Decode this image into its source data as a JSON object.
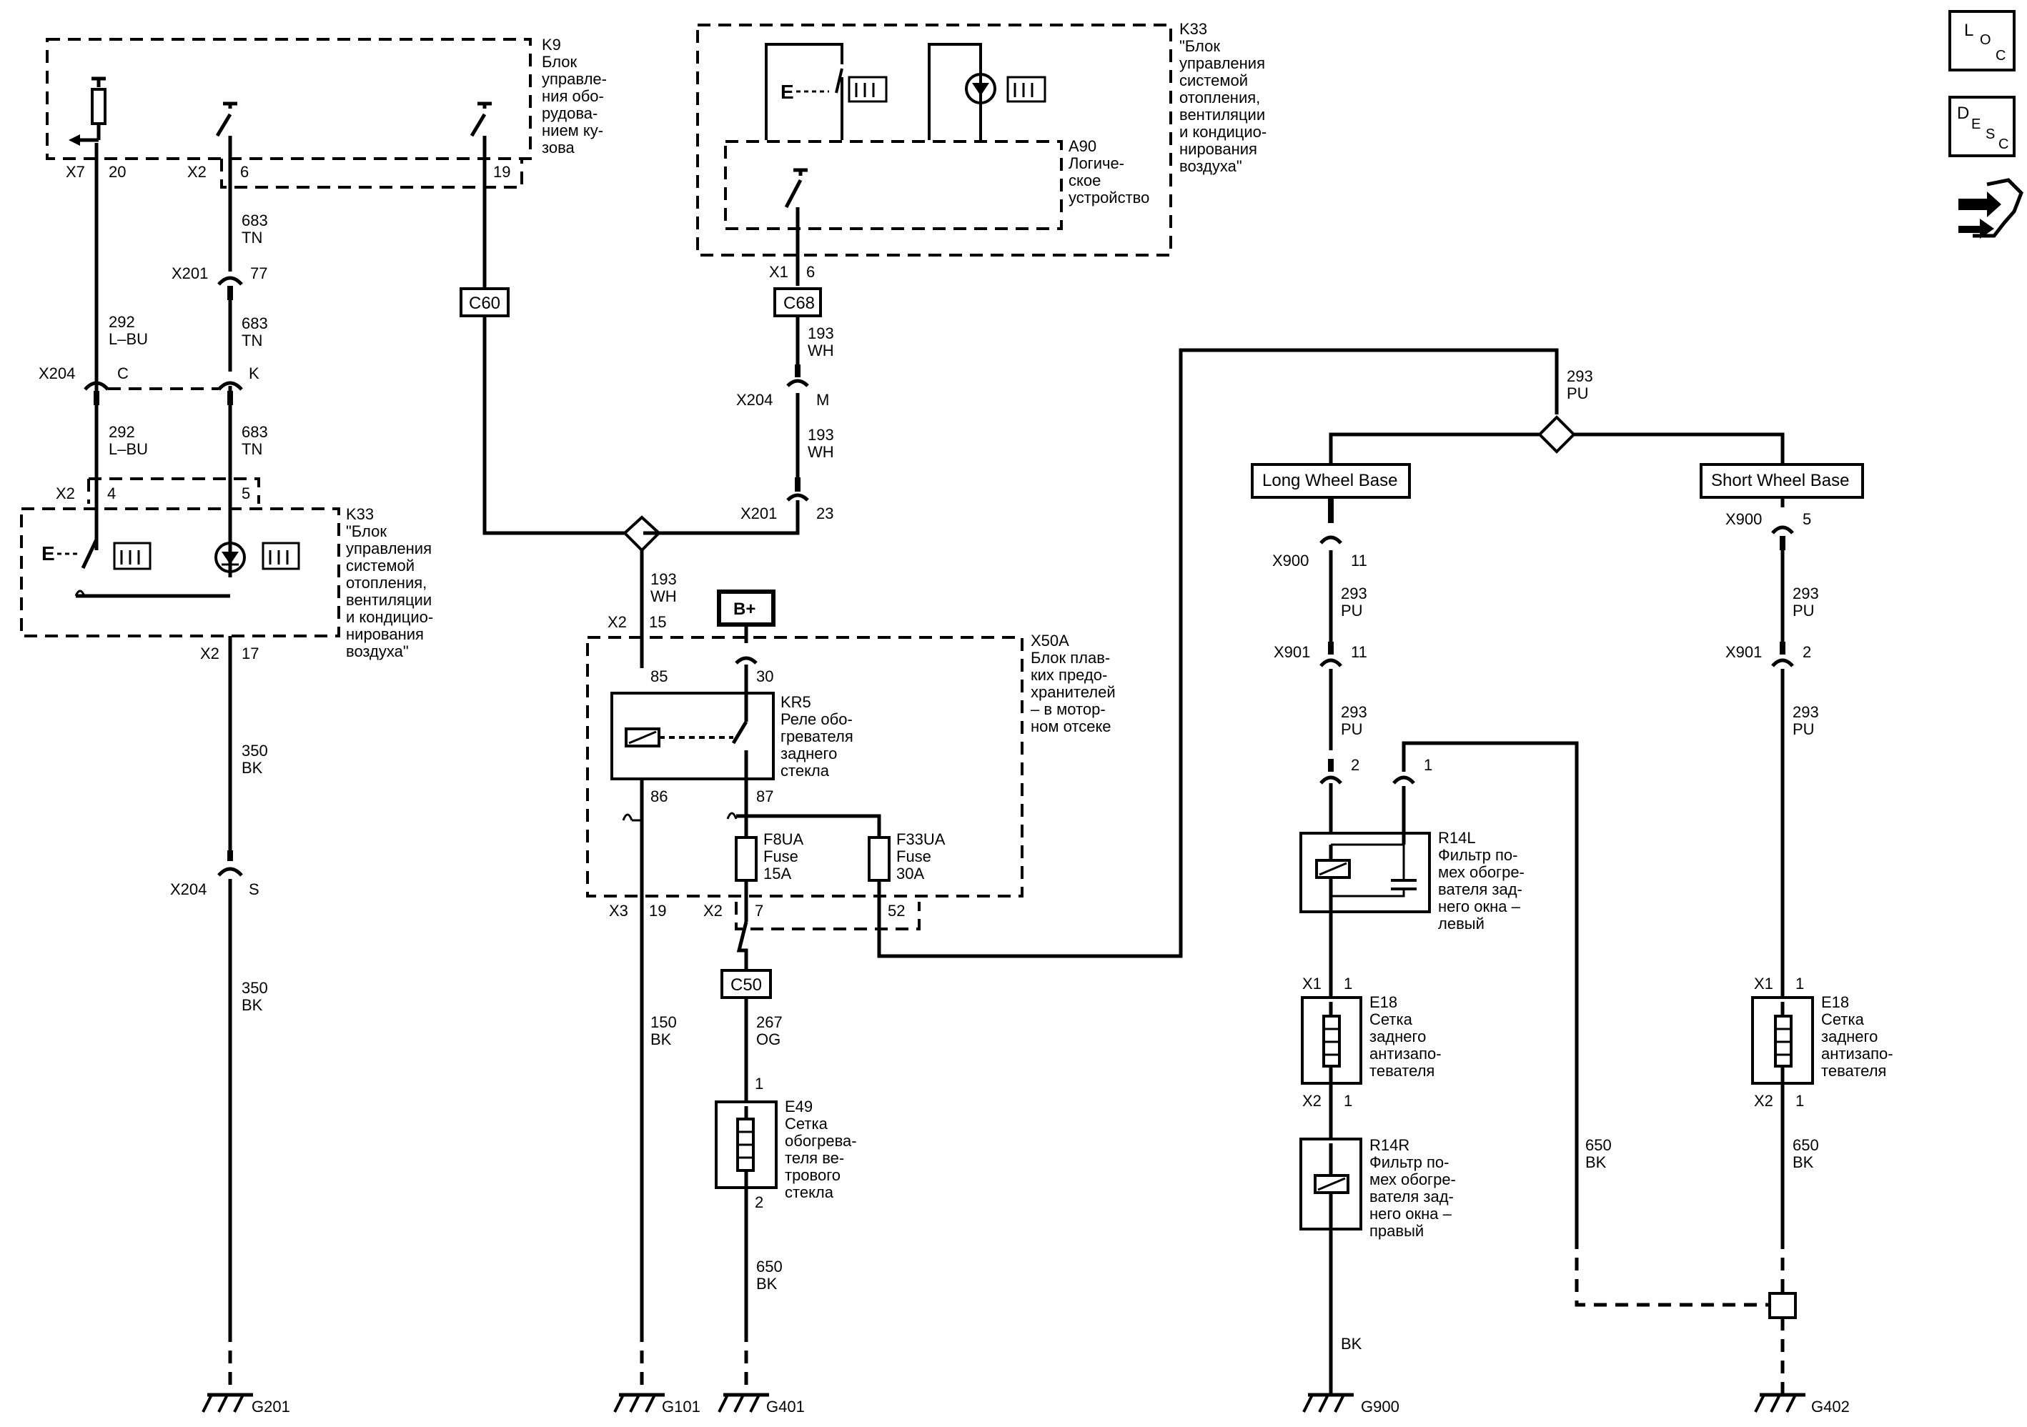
{
  "side_icons": [
    {
      "name": "loc-icon",
      "text": [
        "L",
        "O",
        "C"
      ]
    },
    {
      "name": "desc-icon",
      "text": [
        "D",
        "E",
        "S",
        "C"
      ]
    },
    {
      "name": "connector-tool-icon",
      "text": []
    }
  ],
  "modules": {
    "k9": {
      "ref": "K9",
      "lines": [
        "Блок",
        "управле-",
        "ния обо-",
        "рудова-",
        "нием ку-",
        "зова"
      ]
    },
    "k33_top": {
      "ref": "K33",
      "lines": [
        "\"Блок",
        "управления",
        "системой",
        "отопления,",
        "вентиляции",
        "и кондицио-",
        "нирования",
        "воздуха\""
      ]
    },
    "a90": {
      "ref": "A90",
      "lines": [
        "Логиче-",
        "ское",
        "устройство"
      ]
    },
    "k33_left": {
      "ref": "K33",
      "lines": [
        "\"Блок",
        "управления",
        "системой",
        "отопления,",
        "вентиляции",
        "и кондицио-",
        "нирования",
        "воздуха\""
      ]
    },
    "x50a": {
      "ref": "X50A",
      "lines": [
        "Блок плав-",
        "ких предо-",
        "хранителей",
        "– в мотор-",
        "ном отсеке"
      ]
    },
    "kr5": {
      "ref": "KR5",
      "lines": [
        "Реле обо-",
        "гревателя",
        "заднего",
        "стекла"
      ]
    },
    "f8ua": {
      "ref": "F8UA",
      "lines": [
        "Fuse",
        "15A"
      ]
    },
    "f33ua": {
      "ref": "F33UA",
      "lines": [
        "Fuse",
        "30A"
      ]
    },
    "e49": {
      "ref": "E49",
      "lines": [
        "Сетка",
        "обогрева-",
        "теля ве-",
        "трового",
        "стекла"
      ]
    },
    "r14l": {
      "ref": "R14L",
      "lines": [
        "Фильтр по-",
        "мех обогре-",
        "вателя зад-",
        "него окна –",
        "левый"
      ]
    },
    "r14r": {
      "ref": "R14R",
      "lines": [
        "Фильтр по-",
        "мех обогре-",
        "вателя зад-",
        "него окна –",
        "правый"
      ]
    },
    "e18_lwb": {
      "ref": "E18",
      "lines": [
        "Сетка",
        "заднего",
        "антизапо-",
        "тевателя"
      ]
    },
    "e18_swb": {
      "ref": "E18",
      "lines": [
        "Сетка",
        "заднего",
        "антизапо-",
        "тевателя"
      ]
    }
  },
  "boxes": {
    "c60": "C60",
    "c68": "C68",
    "c50": "C50",
    "bplus": "B+",
    "lwb": "Long Wheel Base",
    "swb": "Short Wheel Base"
  },
  "connectors": {
    "x7": "X7",
    "x7_20": "20",
    "x2_6_name": "X2",
    "x2_6_pin": "6",
    "x2_19_pin": "19",
    "x201_77": "X201",
    "x201_77_pin": "77",
    "x204_c": "X204",
    "x204_c_pin": "C",
    "x204_k_pin": "K",
    "x2_4": "X2",
    "x2_4_pin": "4",
    "x2_5_pin": "5",
    "x2_17": "X2",
    "x2_17_pin": "17",
    "x204_s": "X204",
    "x204_s_pin": "S",
    "x1_6": "X1",
    "x1_6_pin": "6",
    "x204_m": "X204",
    "x204_m_pin": "M",
    "x201_23": "X201",
    "x201_23_pin": "23",
    "x2_15": "X2",
    "x2_15_pin": "15",
    "pin_85": "85",
    "pin_30": "30",
    "pin_86": "86",
    "pin_87": "87",
    "x3_19": "X3",
    "x3_19_pin": "19",
    "x2_7": "X2",
    "x2_7_pin": "7",
    "pin_52": "52",
    "e49_pin1": "1",
    "e49_pin2": "2",
    "x900_11": "X900",
    "x900_11_pin": "11",
    "x901_11": "X901",
    "x901_11_pin": "11",
    "r14l_pin2": "2",
    "r14l_pin1": "1",
    "x1_1_lwb": "X1",
    "x1_1_lwb_pin": "1",
    "x2_1_lwb": "X2",
    "x2_1_lwb_pin": "1",
    "x900_5": "X900",
    "x900_5_pin": "5",
    "x901_2": "X901",
    "x901_2_pin": "2",
    "x1_1_swb": "X1",
    "x1_1_swb_pin": "1",
    "x2_1_swb": "X2",
    "x2_1_swb_pin": "1"
  },
  "wires": {
    "w683a": [
      "683",
      "TN"
    ],
    "w683b": [
      "683",
      "TN"
    ],
    "w683c": [
      "683",
      "TN"
    ],
    "w292a": [
      "292",
      "L–BU"
    ],
    "w292b": [
      "292",
      "L–BU"
    ],
    "w350a": [
      "350",
      "BK"
    ],
    "w350b": [
      "350",
      "BK"
    ],
    "w193a": [
      "193",
      "WH"
    ],
    "w193b": [
      "193",
      "WH"
    ],
    "w193c": [
      "193",
      "WH"
    ],
    "w150": [
      "150",
      "BK"
    ],
    "w267": [
      "267",
      "OG"
    ],
    "w650e49": [
      "650",
      "BK"
    ],
    "w293top": [
      "293",
      "PU"
    ],
    "w293lwb1": [
      "293",
      "PU"
    ],
    "w293lwb2": [
      "293",
      "PU"
    ],
    "w293swb1": [
      "293",
      "PU"
    ],
    "w293swb2": [
      "293",
      "PU"
    ],
    "w650a": [
      "650",
      "BK"
    ],
    "w650b": [
      "650",
      "BK"
    ],
    "wbk": "BK"
  },
  "grounds": {
    "g201": "G201",
    "g101": "G101",
    "g401": "G401",
    "g900": "G900",
    "g402": "G402"
  }
}
